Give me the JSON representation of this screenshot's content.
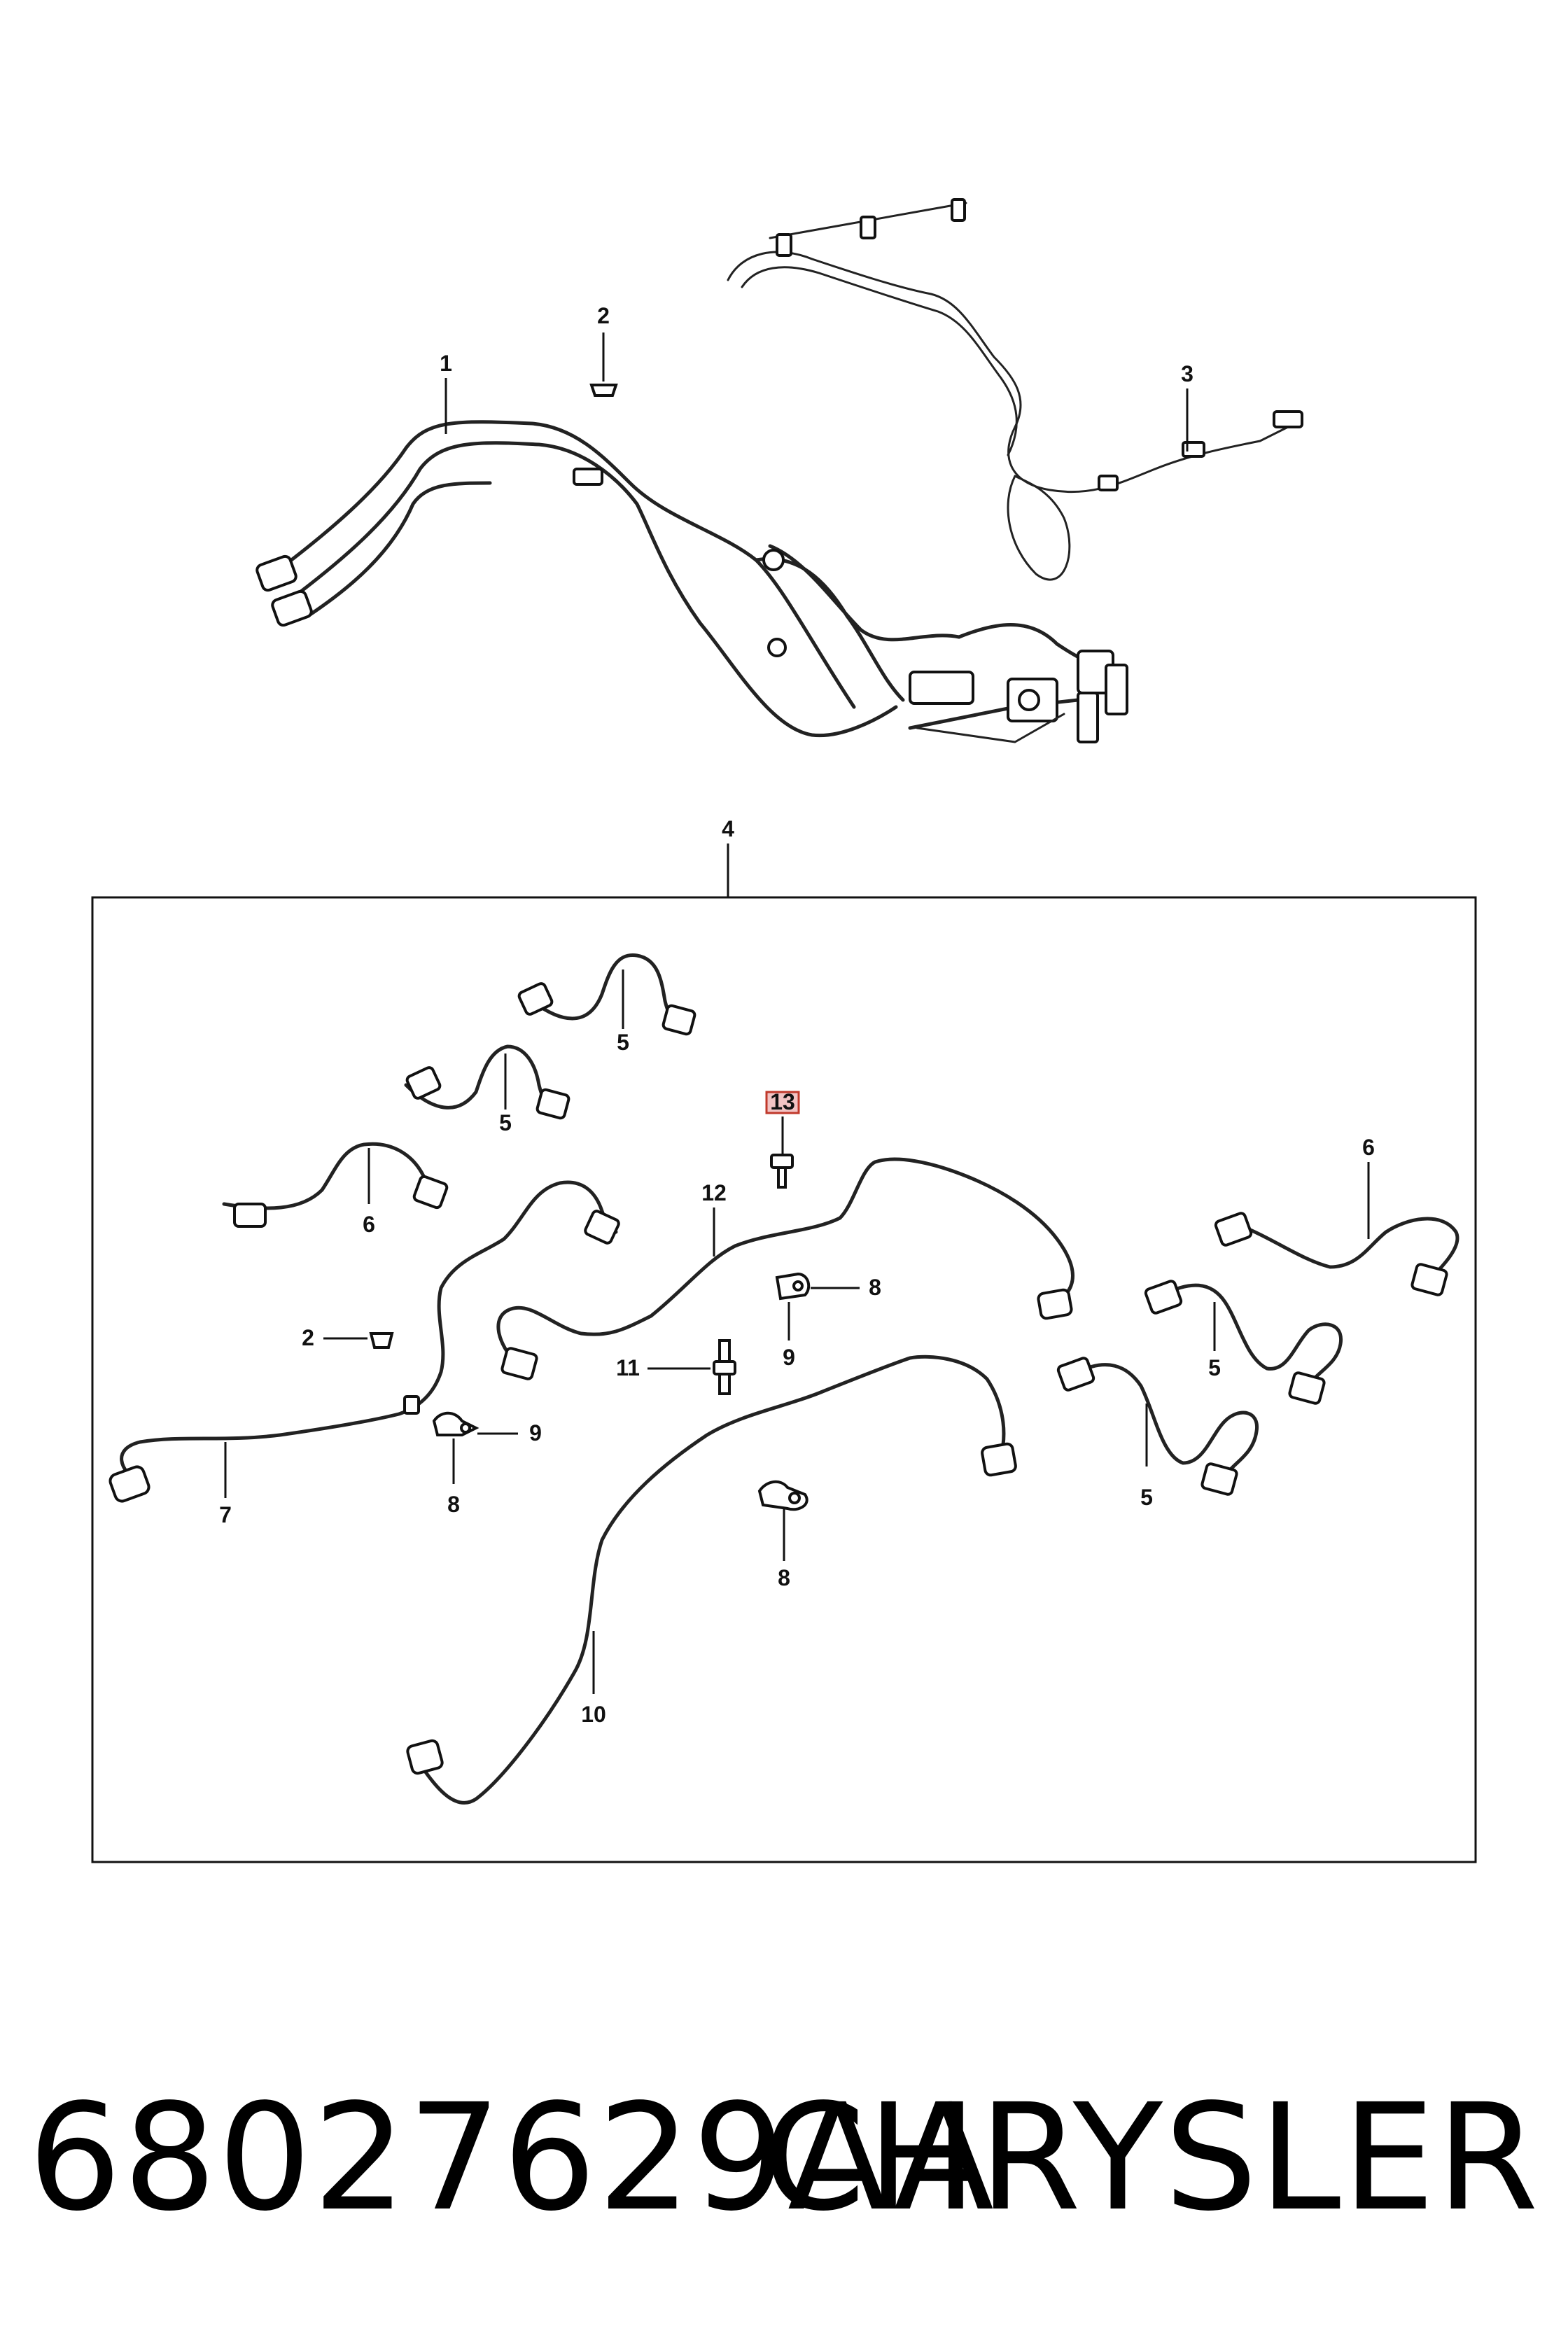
{
  "callouts": {
    "c1": "1",
    "c2_top": "2",
    "c3": "3",
    "c4": "4",
    "c5_a": "5",
    "c5_b": "5",
    "c5_c": "5",
    "c5_d": "5",
    "c6_a": "6",
    "c6_b": "6",
    "c7": "7",
    "c2_inner": "2",
    "c12": "12",
    "c13": "13",
    "c8_a": "8",
    "c9_a": "9",
    "c11": "11",
    "c9_b": "9",
    "c8_b": "8",
    "c8_c": "8",
    "c10": "10"
  },
  "highlight_color": "#c0392b",
  "footer": {
    "part_number": "68027629AA",
    "brand": "CHRYSLER"
  }
}
